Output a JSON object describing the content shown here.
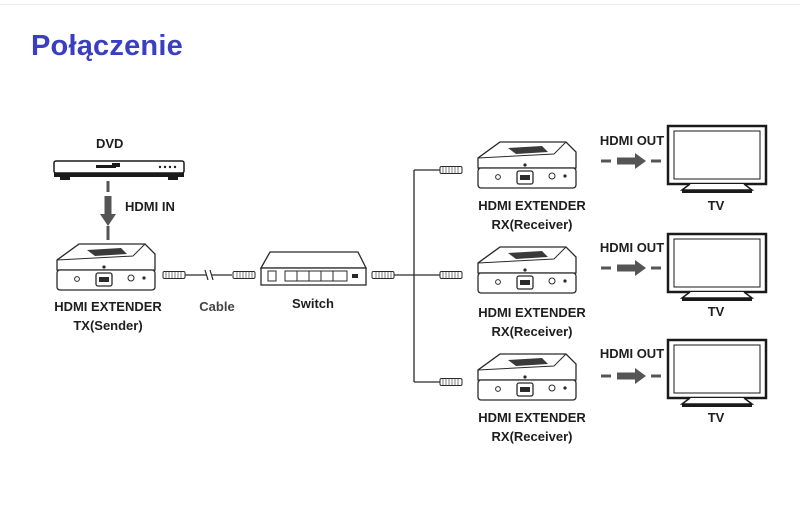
{
  "page": {
    "title": "Połączenie"
  },
  "diagram": {
    "dvd_label": "DVD",
    "hdmi_in_label": "HDMI IN",
    "sender_line1": "HDMI EXTENDER",
    "sender_line2": "TX(Sender)",
    "cable_label": "Cable",
    "switch_label": "Switch",
    "receivers": [
      {
        "line1": "HDMI EXTENDER",
        "line2": "RX(Receiver)",
        "out_label": "HDMI OUT",
        "tv_label": "TV"
      },
      {
        "line1": "HDMI EXTENDER",
        "line2": "RX(Receiver)",
        "out_label": "HDMI OUT",
        "tv_label": "TV"
      },
      {
        "line1": "HDMI EXTENDER",
        "line2": "RX(Receiver)",
        "out_label": "HDMI OUT",
        "tv_label": "TV"
      }
    ]
  },
  "colors": {
    "title": "#3a3fc0",
    "stroke": "#2a2a2a",
    "arrow": "#555555"
  }
}
